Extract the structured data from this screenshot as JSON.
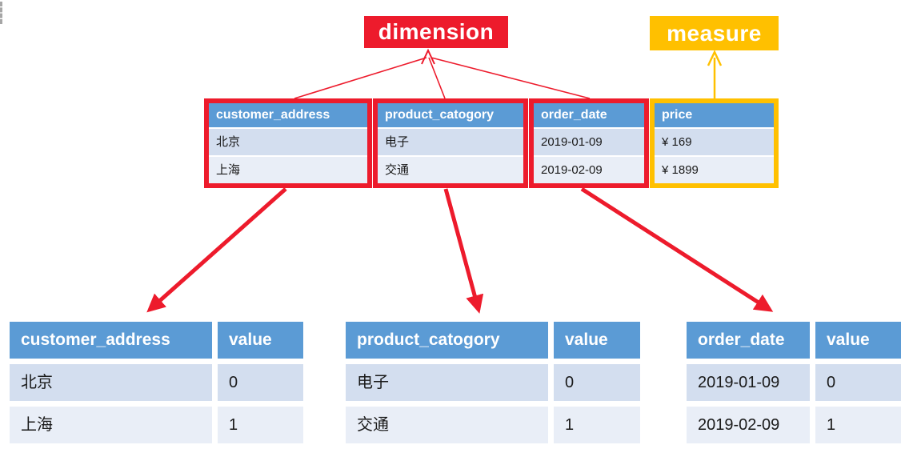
{
  "labels": {
    "dimension": "dimension",
    "measure": "measure"
  },
  "colors": {
    "dimension_red": "#ED1B2C",
    "measure_gold": "#FFC000",
    "table_header_blue": "#5B9BD5",
    "row_odd": "#D3DEEF",
    "row_even": "#E9EEF7"
  },
  "main_table": {
    "columns": [
      {
        "header": "customer_address",
        "type": "dimension",
        "values": [
          "北京",
          "上海"
        ]
      },
      {
        "header": "product_catogory",
        "type": "dimension",
        "values": [
          "电子",
          "交通"
        ]
      },
      {
        "header": "order_date",
        "type": "dimension",
        "values": [
          "2019-01-09",
          "2019-02-09"
        ]
      },
      {
        "header": "price",
        "type": "measure",
        "values": [
          "¥ 169",
          "¥ 1899"
        ]
      }
    ]
  },
  "mapping_tables": [
    {
      "header": "customer_address",
      "value_header": "value",
      "rows": [
        [
          "北京",
          "0"
        ],
        [
          "上海",
          "1"
        ]
      ]
    },
    {
      "header": "product_catogory",
      "value_header": "value",
      "rows": [
        [
          "电子",
          "0"
        ],
        [
          "交通",
          "1"
        ]
      ]
    },
    {
      "header": "order_date",
      "value_header": "value",
      "rows": [
        [
          "2019-01-09",
          "0"
        ],
        [
          "2019-02-09",
          "1"
        ]
      ]
    }
  ]
}
